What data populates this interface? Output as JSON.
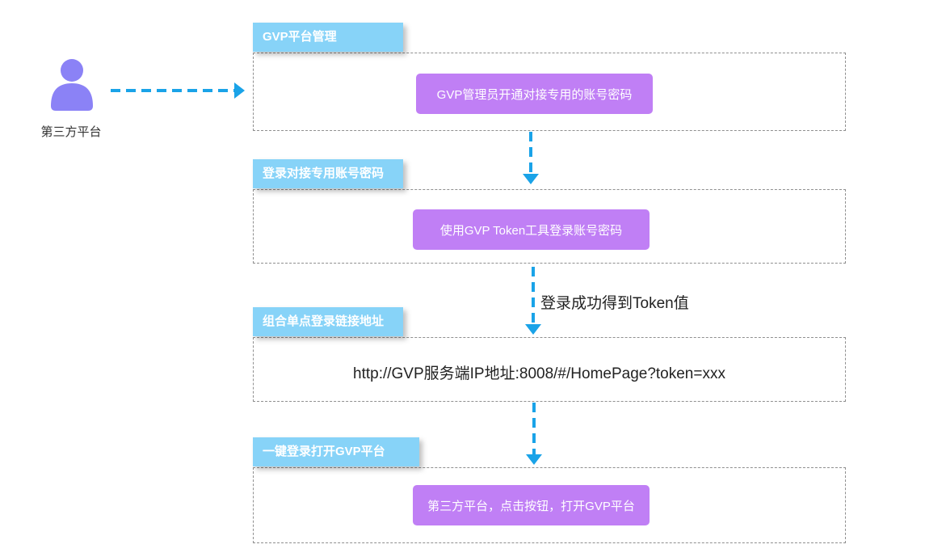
{
  "actor": {
    "label": "第三方平台",
    "icon": "person-icon"
  },
  "stages": [
    {
      "tab": "GVP平台管理",
      "step": "GVP管理员开通对接专用的账号密码"
    },
    {
      "tab": "登录对接专用账号密码",
      "step": "使用GVP Token工具登录账号密码"
    },
    {
      "tab": "组合单点登录链接地址",
      "url": "http://GVP服务端IP地址:8008/#/HomePage?token=xxx"
    },
    {
      "tab": "一键登录打开GVP平台",
      "step": "第三方平台，点击按钮，打开GVP平台"
    }
  ],
  "connector_note": "登录成功得到Token值",
  "colors": {
    "tab": "#87d3f8",
    "step": "#c07ff5",
    "arrow": "#1aa3e8",
    "actor": "#8b82f6"
  }
}
